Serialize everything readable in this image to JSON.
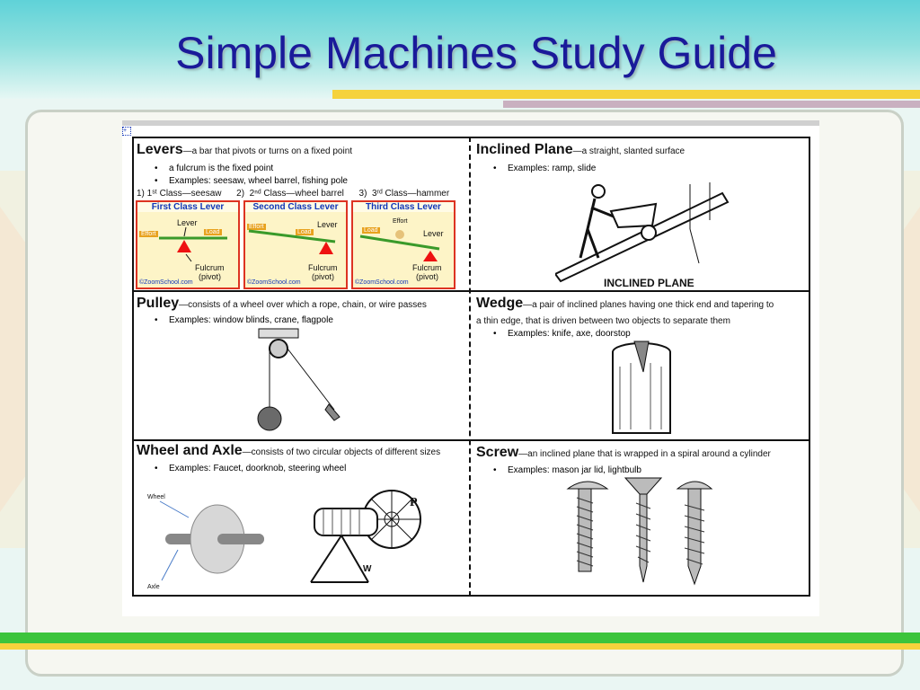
{
  "slide": {
    "title": "Simple Machines Study Guide"
  },
  "levers": {
    "title": "Levers",
    "desc": "—a bar that pivots or turns on a fixed point",
    "bullets": [
      "a fulcrum is the fixed point",
      "Examples:  seesaw, wheel barrel, fishing pole"
    ],
    "classes": "1) 1ˢᵗ Class—seesaw      2)  2ⁿᵈ Class—wheel barrel      3)  3ʳᵈ Class—hammer",
    "diagrams": [
      {
        "title": "First Class Lever",
        "lever": "Lever",
        "effort": "Effort",
        "load": "Load",
        "fulcrum": "Fulcrum",
        "pivot": "(pivot)",
        "copyright": "©ZoomSchool.com"
      },
      {
        "title": "Second Class Lever",
        "lever": "Lever",
        "effort": "Effort",
        "load": "Load",
        "fulcrum": "Fulcrum",
        "pivot": "(pivot)",
        "copyright": "©ZoomSchool.com"
      },
      {
        "title": "Third Class Lever",
        "lever": "Lever",
        "effort": "Effort",
        "load": "Load",
        "fulcrum": "Fulcrum",
        "pivot": "(pivot)",
        "copyright": "©ZoomSchool.com"
      }
    ]
  },
  "inclined": {
    "title": "Inclined Plane",
    "desc": "—a straight, slanted surface",
    "bullets": [
      "Examples:  ramp, slide"
    ],
    "caption": "INCLINED PLANE"
  },
  "pulley": {
    "title": "Pulley",
    "desc": "—consists of a wheel over which a rope, chain, or wire passes",
    "bullets": [
      "Examples:  window blinds, crane, flagpole"
    ]
  },
  "wedge": {
    "title": "Wedge",
    "desc": "—a pair of inclined planes having one thick end and tapering to",
    "desc2": "a thin edge, that is driven between two objects to separate them",
    "bullets": [
      "Examples:  knife, axe, doorstop"
    ]
  },
  "wheel": {
    "title": "Wheel and Axle",
    "desc": "—consists of two circular objects of different sizes",
    "bullets": [
      "Examples:  Faucet, doorknob, steering wheel"
    ],
    "wheel_label": "Wheel",
    "axle_label": "Axle",
    "p_label": "P",
    "w_label": "W"
  },
  "screw": {
    "title": "Screw",
    "desc": "—an inclined plane that is wrapped in a spiral around a cylinder",
    "bullets": [
      "Examples:  mason jar lid, lightbulb"
    ]
  },
  "colors": {
    "title": "#1a1a9a",
    "teal": "#5fd2d8",
    "green": "#3cc43c",
    "yellow": "#f5d23c",
    "lever_green": "#3a9a2a",
    "fulcrum_red": "#e11",
    "frame_red": "#d32"
  }
}
